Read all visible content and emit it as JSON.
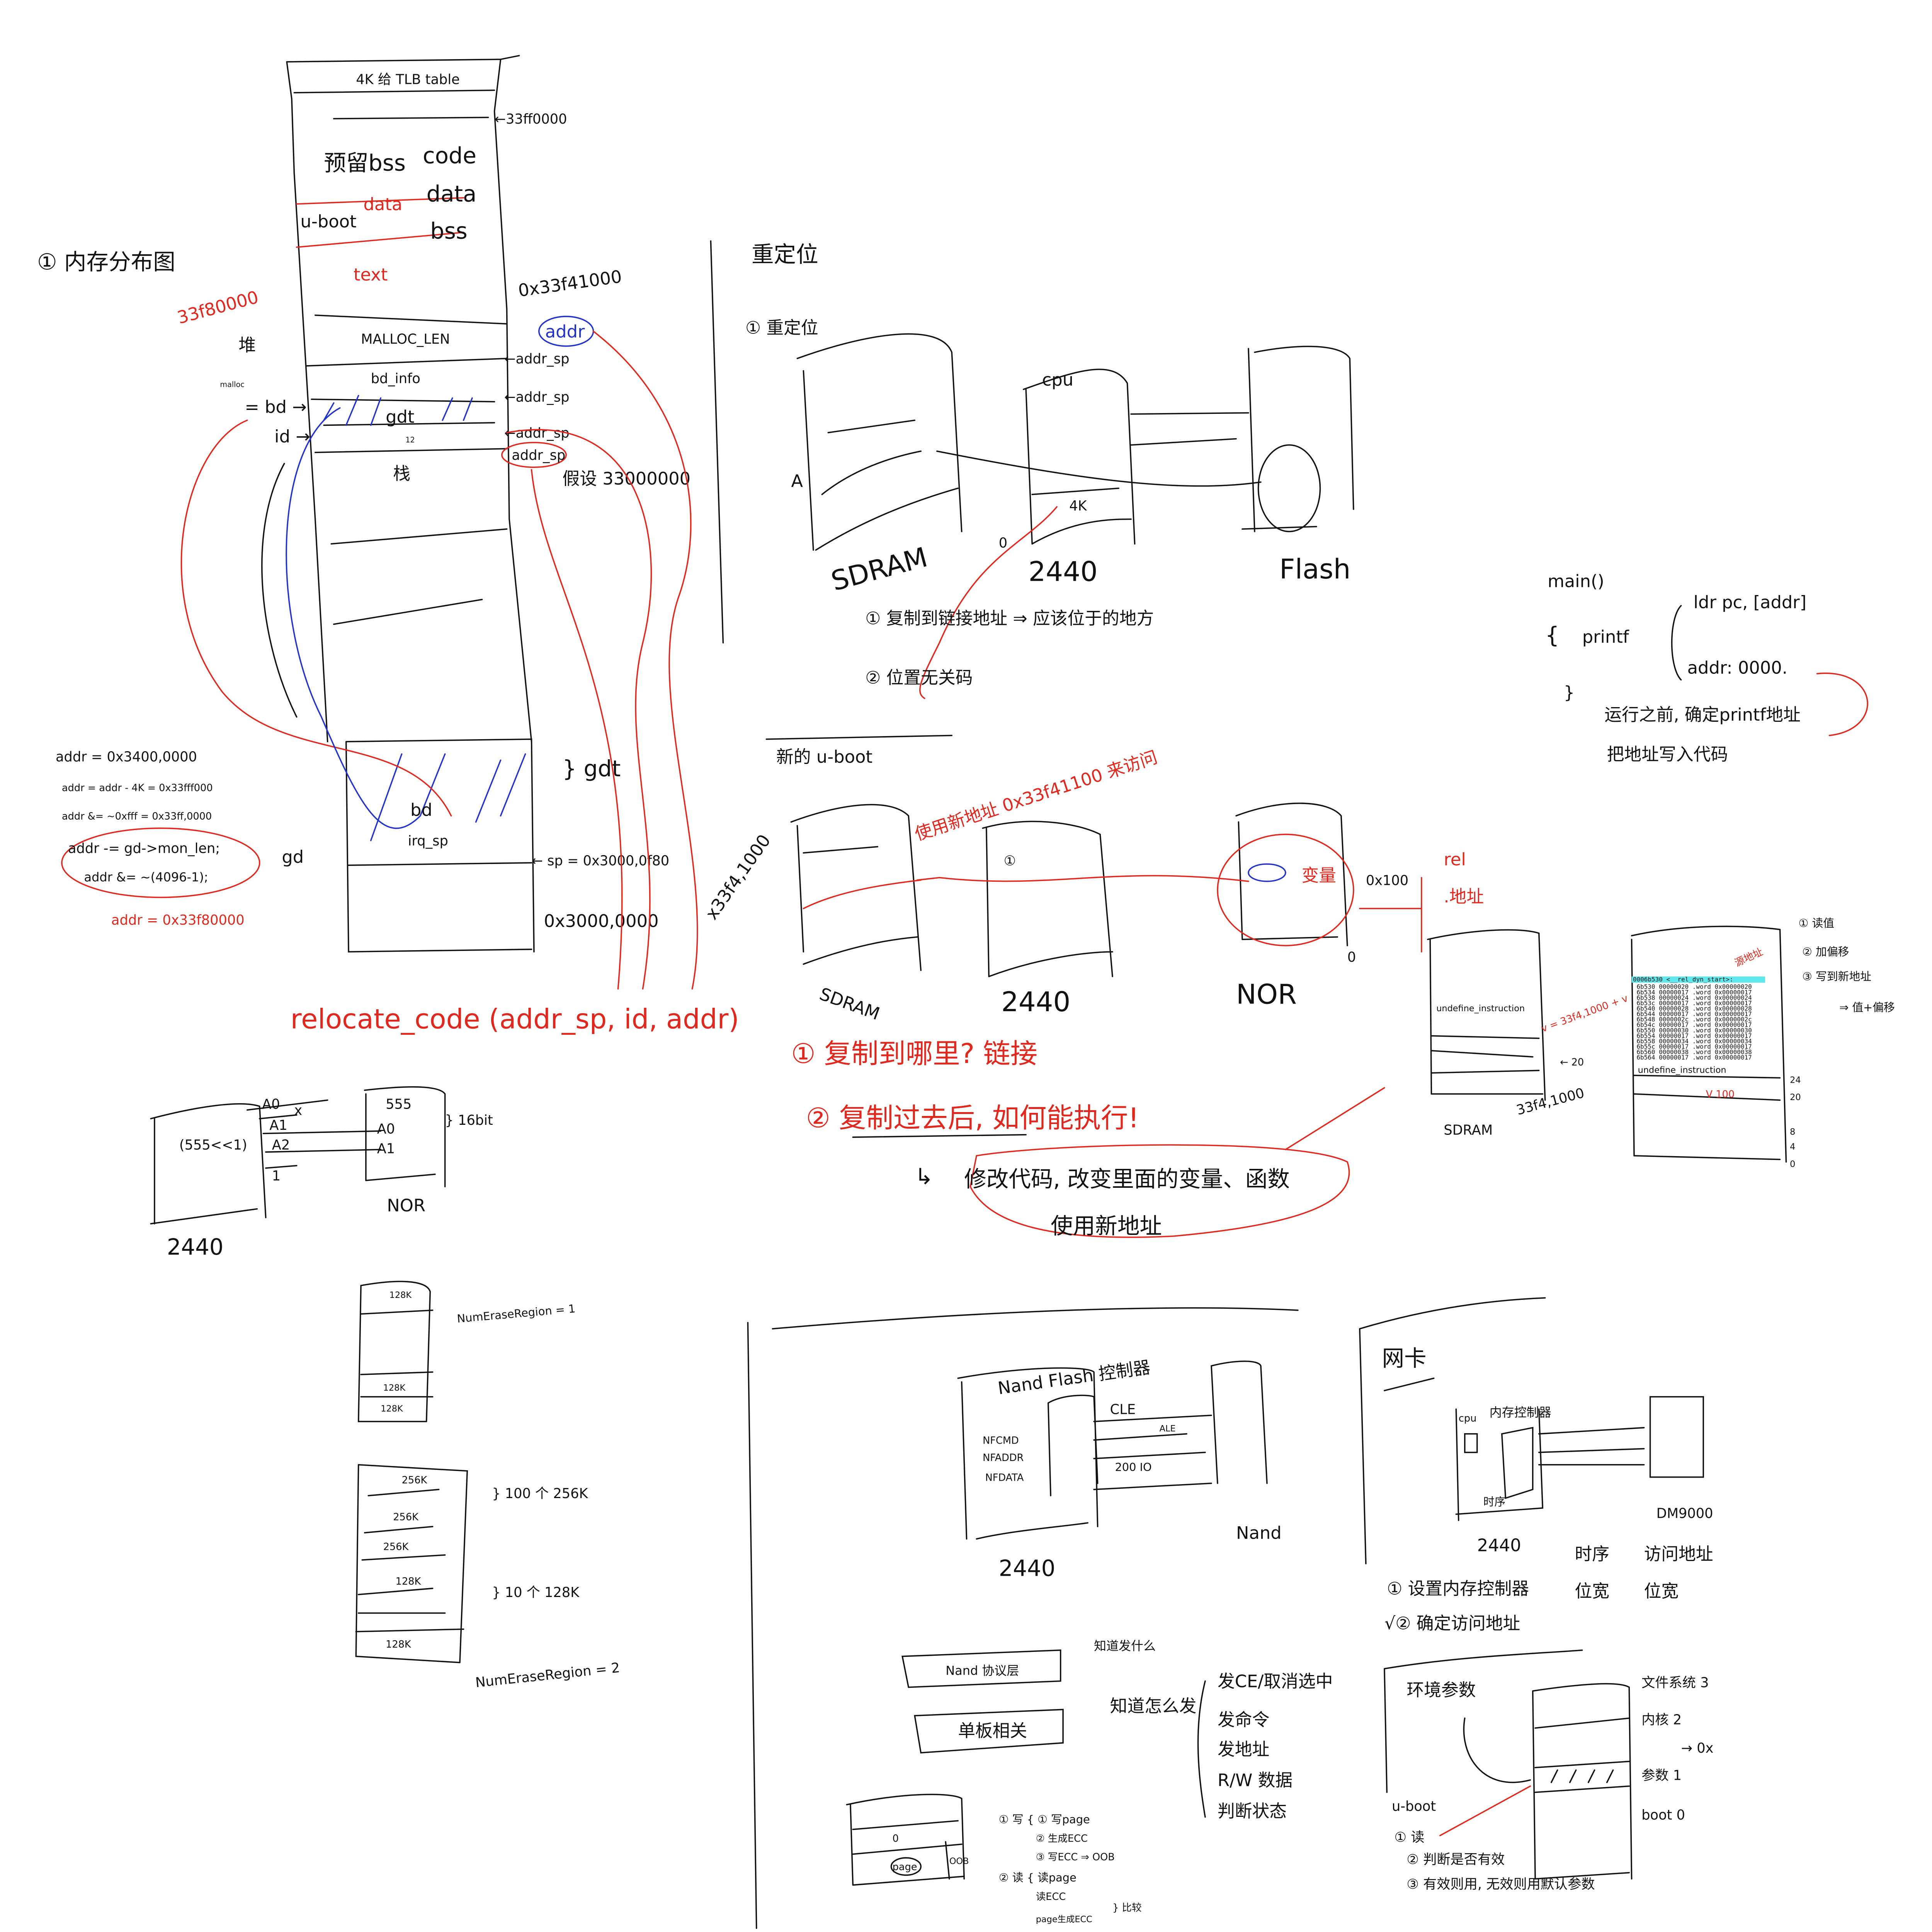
{
  "colors": {
    "ink": "#111111",
    "red": "#e0281e",
    "blue": "#2233cc",
    "highlight": "#5ee8ee"
  },
  "memory_map": {
    "title": "① 内存分布图",
    "tlb": "4K 给 TLB table",
    "addr_33ff": "←33ff0000",
    "reserved": "预留bss",
    "code": "code",
    "data": "data",
    "bss": "bss",
    "uboot": "u-boot",
    "data_red": "data",
    "text_red": "text",
    "addr_33f8": "33f80000",
    "heap": "堆",
    "malloc": "malloc",
    "addr_33f41": "0x33f41000",
    "addr_circle": "addr",
    "malloc_len": "MALLOC_LEN",
    "bd_info": "bd_info",
    "gdt": "gdt",
    "twelve": "12",
    "stack": "栈",
    "addr_sp": [
      "←addr_sp",
      "←addr_sp",
      "←addr_sp",
      "addr_sp"
    ],
    "assume": "假设 33000000",
    "bd_arrow": "= bd →",
    "id_arrow": "id →",
    "gdt_brace": "} gdt",
    "bd": "bd",
    "irq_sp": "irq_sp",
    "gd": "gd",
    "sp": "← sp = 0x3000,0f80",
    "base": "0x3000,0000",
    "formulas": [
      "addr = 0x3400,0000",
      "addr = addr - 4K = 0x33fff000",
      "addr &= ~0xfff = 0x33ff,0000",
      "addr -= gd->mon_len;",
      "addr &= ~(4096-1);"
    ],
    "result": "addr = 0x33f80000",
    "call": "relocate_code (addr_sp, id, addr)"
  },
  "relocation": {
    "title": "重定位",
    "subtitle": "① 重定位",
    "a": "A",
    "cpu": "cpu",
    "zero": "0",
    "fourk": "4K",
    "sdram": "SDRAM",
    "soc": "2440",
    "flash": "Flash",
    "step1": "① 复制到链接地址 ⇒ 应该位于的地方",
    "step2": "② 位置无关码",
    "main": "main()",
    "brace_open": "{",
    "printf": "printf",
    "ldr": "ldr pc, [addr]",
    "addr_val": "addr: 0000.",
    "brace_close": "}",
    "note1": "运行之前, 确定printf地址",
    "note2": "把地址写入代码"
  },
  "new_uboot": {
    "title": "新的 u-boot",
    "sdram_addr": "x33f4,1000",
    "use_new": "使用新地址 0x33f41100 来访问",
    "circle_one": "①",
    "variable": "变量",
    "offset": "0x100",
    "zero": "0",
    "rel": "rel",
    "rel_addr": ".地址",
    "sdram": "SDRAM",
    "soc": "2440",
    "nor": "NOR",
    "q1": "① 复制到哪里? 链接",
    "q2": "② 复制过去后, 如何能执行!",
    "a1": "修改代码, 改变里面的变量、函数",
    "a2": "使用新地址",
    "small_undef": "undefine_instruction",
    "small_addr": "33f4,1000",
    "small_sdram": "SDRAM",
    "v_formula": "v = 33f4,1000 + v",
    "arrow20": "← 20",
    "rel_undef": "undefine_instruction",
    "v100": "V 100",
    "src_addr": "源地址",
    "steps": [
      "① 读值",
      "② 加偏移",
      "③ 写到新地址",
      "⇒ 值+偏移"
    ],
    "ticks": [
      "24",
      "20",
      "8",
      "4",
      "0"
    ],
    "dump_header": "0006b530 <__rel_dyn_start>:",
    "dump_rows": [
      "6b530  00000020  .word  0x00000020",
      "6b534  00000017  .word  0x00000017",
      "6b538  00000024  .word  0x00000024",
      "6b53c  00000017  .word  0x00000017",
      "6b540  00000028  .word  0x00000028",
      "6b544  00000017  .word  0x00000017",
      "6b548  0000002c  .word  0x0000002c",
      "6b54c  00000017  .word  0x00000017",
      "6b550  00000030  .word  0x00000030",
      "6b554  00000017  .word  0x00000017",
      "6b558  00000034  .word  0x00000034",
      "6b55c  00000017  .word  0x00000017",
      "6b560  00000038  .word  0x00000038",
      "6b564  00000017  .word  0x00000017"
    ]
  },
  "nor": {
    "shift": "(555<<1)",
    "a0": "A0",
    "a1": "A1",
    "a2": "A2",
    "x": "x",
    "one": "1",
    "nor555": "555",
    "nor_a0": "A0",
    "nor_a1": "A1",
    "width": "} 16bit",
    "nor_label": "NOR",
    "soc_label": "2440",
    "region1_blocks": [
      "128K",
      "128K",
      "128K"
    ],
    "region1_label": "NumEraseRegion = 1",
    "region2_blocks": [
      "256K",
      "256K",
      "256K",
      "128K",
      "128K"
    ],
    "region2_brace1": "} 100 个 256K",
    "region2_brace2": "} 10 个 128K",
    "region2_label": "NumEraseRegion = 2"
  },
  "nand": {
    "controller": "Nand Flash 控制器",
    "cle": "CLE",
    "ale": "ALE",
    "regs": [
      "NFCMD",
      "NFADDR",
      "NFDATA"
    ],
    "io": "200 IO",
    "nand_label": "Nand",
    "soc_label": "2440",
    "protocol": "Nand 协议层",
    "protocol_note": "知道发什么",
    "board": "单板相关",
    "board_note": "知道怎么发",
    "actions": [
      "发CE/取消选中",
      "发命令",
      "发地址",
      "R/W 数据",
      "判断状态"
    ],
    "page_zero": "0",
    "page": "page",
    "oob": "OOB",
    "write_steps": [
      "① 写 { ① 写page",
      "② 生成ECC",
      "③ 写ECC ⇒ OOB"
    ],
    "read_steps": [
      "② 读 { 读page",
      "读ECC",
      "page生成ECC"
    ],
    "compare": "} 比较"
  },
  "network": {
    "title": "网卡",
    "cpu": "cpu",
    "memctrl": "内存控制器",
    "timing": "时序",
    "dm9000": "DM9000",
    "soc_label": "2440",
    "step1": "① 设置内存控制器",
    "step1_opts": [
      "时序",
      "位宽"
    ],
    "step1_opts2": [
      "访问地址",
      "位宽"
    ],
    "step2": "√② 确定访问地址"
  },
  "env": {
    "title": "环境参数",
    "uboot": "u-boot",
    "steps": [
      "① 读",
      "② 判断是否有效",
      "③ 有效则用, 无效则用默认参数"
    ],
    "parts": [
      "文件系统  3",
      "内核  2",
      "参数  1",
      "boot  0"
    ],
    "ox": "→ 0x"
  }
}
